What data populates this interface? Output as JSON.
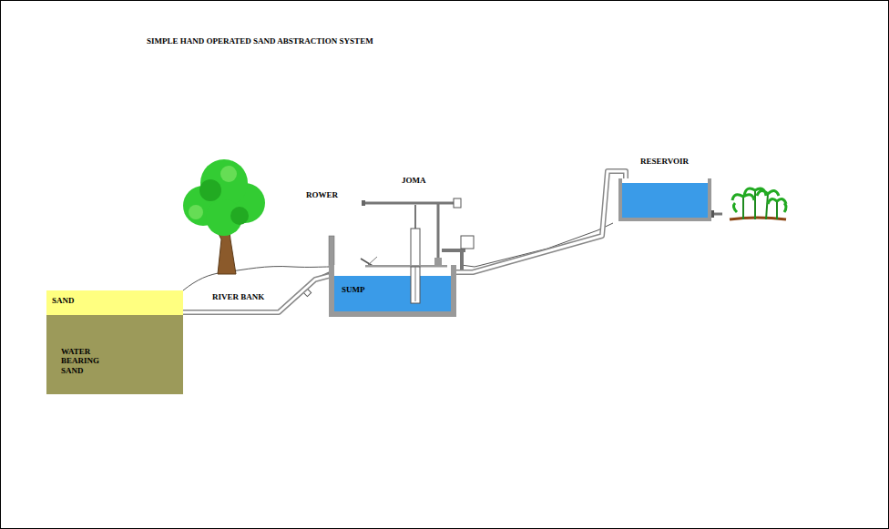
{
  "diagram": {
    "title": "SIMPLE HAND OPERATED SAND ABSTRACTION SYSTEM",
    "nodes": [
      {
        "text": [
          "SAND"
        ]
      },
      {
        "text": [
          "WATER BEARING SAND"
        ]
      },
      {
        "text": [
          "SUMP"
        ]
      },
      {
        "text": [
          "RESERVOIR"
        ]
      }
    ],
    "edges": [
      {
        "from": 1,
        "to": 2,
        "arrow": "none"
      },
      {
        "from": 2,
        "to": 3,
        "arrow": "none"
      }
    ],
    "labels": [
      "RIVER BANK",
      "ROWER",
      "JOMA"
    ]
  }
}
